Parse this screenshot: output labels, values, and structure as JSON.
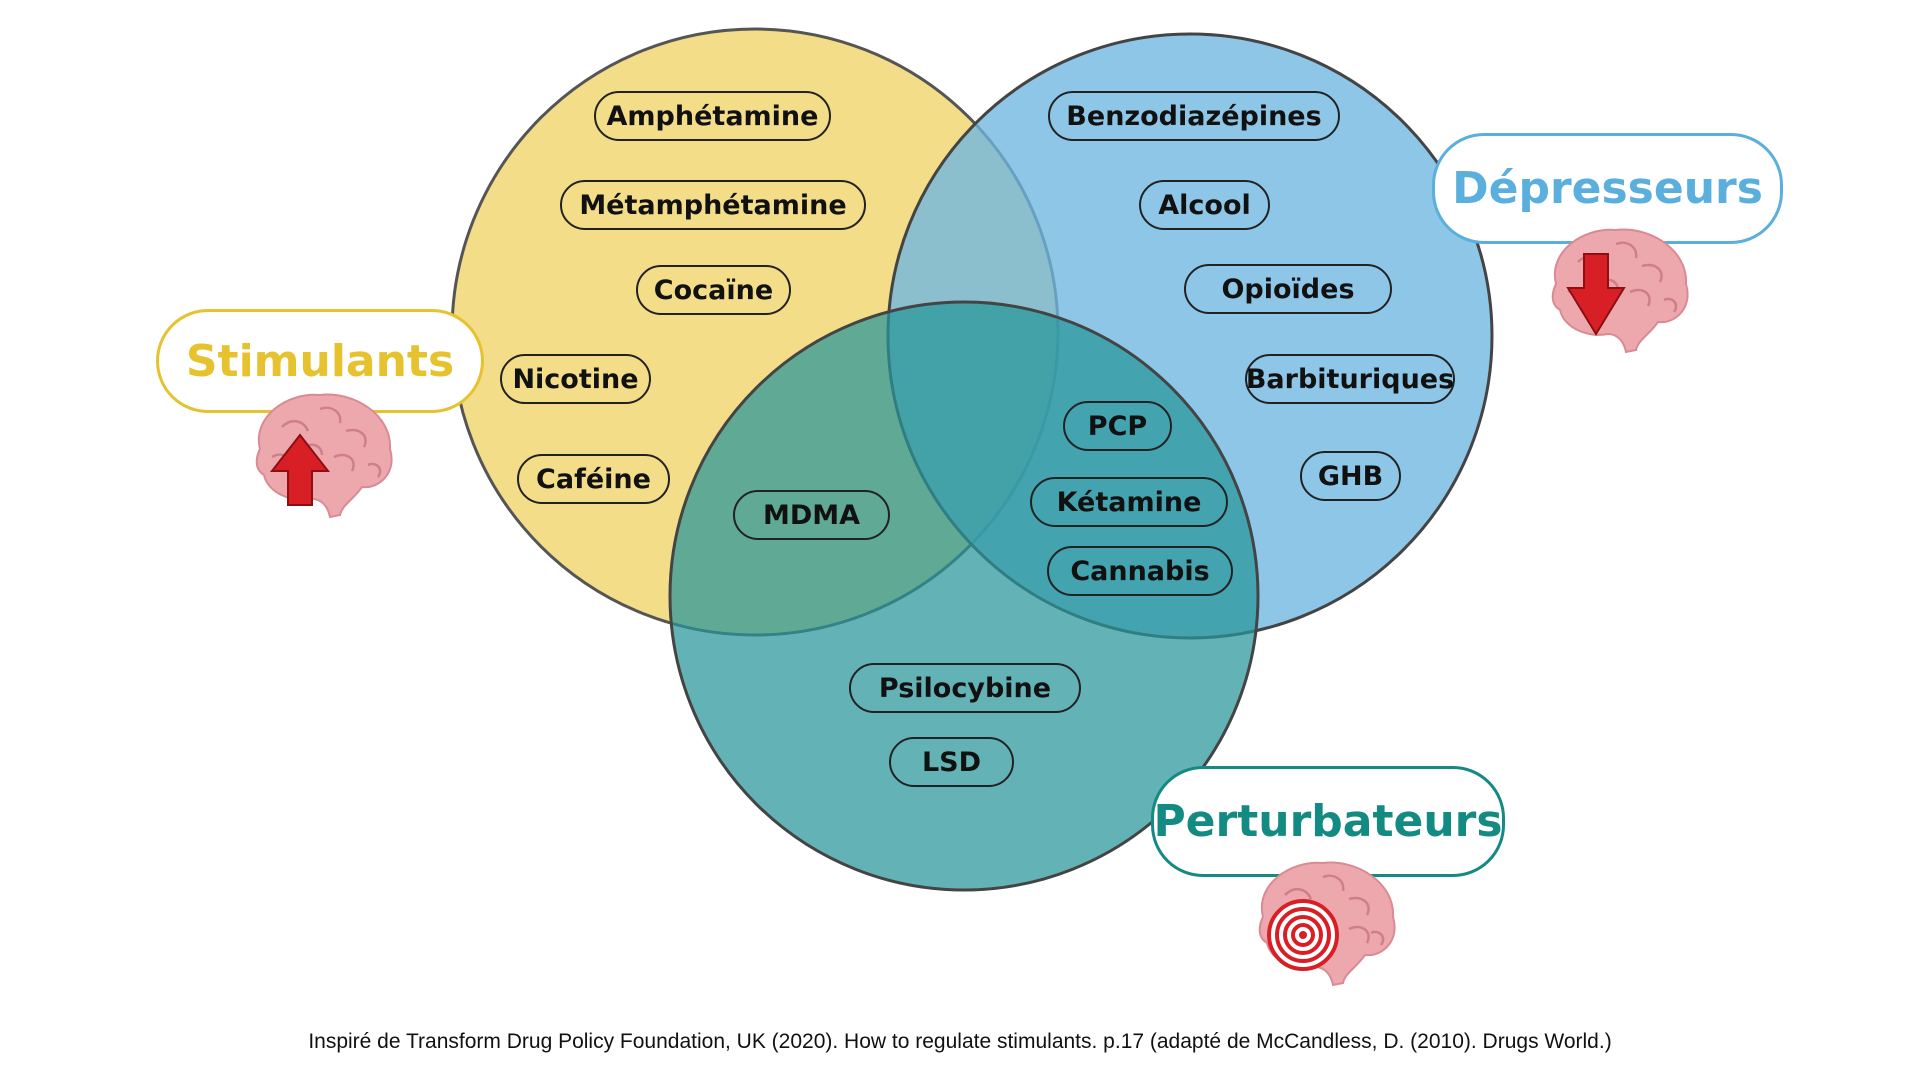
{
  "categories": {
    "stimulants": {
      "label": "Stimulants",
      "color": "#E6C22E"
    },
    "depressants": {
      "label": "Dépresseurs",
      "color": "#5AAFDD"
    },
    "disruptors": {
      "label": "Perturbateurs",
      "color": "#138A82"
    }
  },
  "circle_colors": {
    "stimulants": "#F2DA7E",
    "depressants": "#6EB6E0",
    "disruptors": "#27959A"
  },
  "substances": {
    "amphetamine": "Amphétamine",
    "methamphetamine": "Métamphétamine",
    "cocaine": "Cocaïne",
    "nicotine": "Nicotine",
    "caffeine": "Caféine",
    "mdma": "MDMA",
    "benzodiazepines": "Benzodiazépines",
    "alcohol": "Alcool",
    "opioids": "Opioïdes",
    "barbiturates": "Barbituriques",
    "ghb": "GHB",
    "pcp": "PCP",
    "ketamine": "Kétamine",
    "cannabis": "Cannabis",
    "psilocybin": "Psilocybine",
    "lsd": "LSD"
  },
  "icons": {
    "stimulants": "brain-arrow-up-icon",
    "depressants": "brain-arrow-down-icon",
    "disruptors": "brain-spiral-icon"
  },
  "citation": "Inspiré de Transform Drug Policy Foundation, UK (2020). How to regulate stimulants. p.17 (adapté de McCandless, D. (2010). Drugs World.)"
}
